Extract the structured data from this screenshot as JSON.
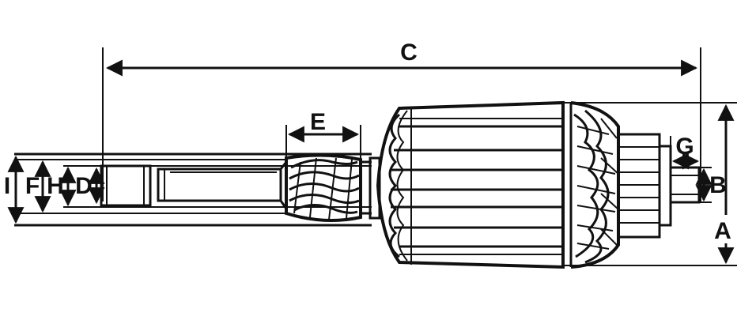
{
  "labels": {
    "a": "A",
    "b": "B",
    "c": "C",
    "d": "D",
    "e": "E",
    "f": "F",
    "g": "G",
    "h": "H",
    "i": "I"
  },
  "colors": {
    "ink": "#111111",
    "background": "#ffffff"
  }
}
